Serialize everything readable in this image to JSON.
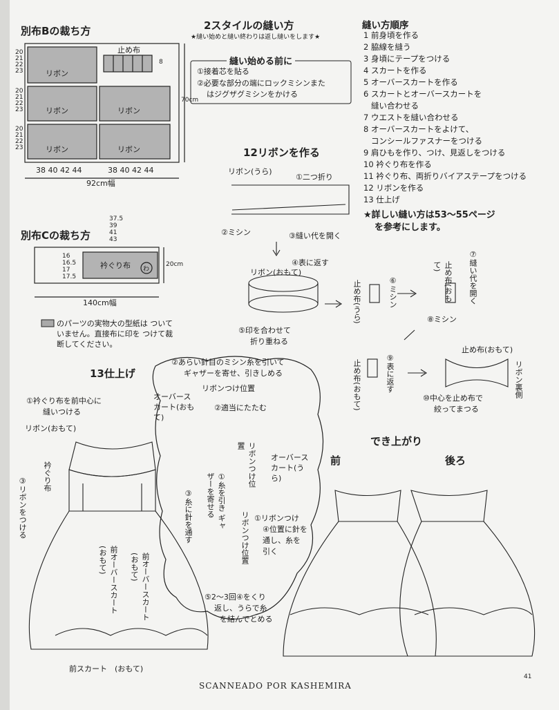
{
  "cut_b": {
    "title": "別布Bの裁ち方",
    "stopper": "止め布",
    "ribbon": "リボン",
    "seam_rows": [
      "20",
      "21",
      "22",
      "23"
    ],
    "sizes": "38 40 42 44",
    "dim_8": "8",
    "dim_70": "70cm",
    "width": "92cm幅"
  },
  "cut_c": {
    "title": "別布Cの裁ち方",
    "top_sizes": [
      "37.5",
      "39",
      "41",
      "43"
    ],
    "left_sizes": [
      "16",
      "16.5",
      "17",
      "17.5"
    ],
    "collar": "衿ぐり布",
    "wa": "わ",
    "dim_20": "20cm",
    "width": "140cm幅"
  },
  "note": "のパーツの実物大の型紙は ついていません。直接布に印を つけて裁断してください。",
  "two_style": {
    "title": "2スタイルの縫い方",
    "subtitle": "★縫い始めと縫い終わりは返し縫いをします★",
    "before_title": "縫い始める前に",
    "before_items": [
      "①接着芯を貼る",
      "②必要な部分の端にロックミシンまた",
      "はジグザグミシンをかける"
    ]
  },
  "ribbon12": {
    "title": "12リボンを作る",
    "ribbon_back": "リボン(うら)",
    "fold": "二つ折り",
    "sew": "ミシン",
    "open": "縫い代を開く",
    "ribbon_front": "リボン(おもて)",
    "turn": "表に返す",
    "match": "印を合わせて",
    "fold_stack": "折り重ねる",
    "stopper_back": "止め布(うら)",
    "sew6": "ミシン",
    "open7": "縫い代を開く",
    "sew8": "ミシン",
    "stopper_back2": "止め布(おもて)",
    "turn9": "表に返す",
    "stopper_front": "止め布(おもて)",
    "ribbon_back_side": "リボン裏側",
    "center": "中心を止め布で",
    "tie": "絞ってまつる",
    "n1": "1",
    "n2": "2",
    "n3": "3",
    "n4": "4",
    "n5": "5",
    "n6": "6",
    "n7": "7",
    "n8": "8",
    "n9": "9",
    "n10": "10"
  },
  "order": {
    "title": "縫い方順序",
    "steps": [
      "1 前身頃を作る",
      "2 脇線を縫う",
      "3 身頃にテープをつける",
      "4 スカートを作る",
      "5 オーバースカートを作る",
      "6 スカートとオーバースカートを",
      "   縫い合わせる",
      "7 ウエストを縫い合わせる",
      "8 オーバースカートをよけて、",
      "   コンシールファスナーをつける",
      "9 肩ひもを作り、つけ、見返しをつける",
      "10 衿ぐり布を作る",
      "11 衿ぐり布、両折りバイアステープをつける",
      "12 リボンを作る",
      "13 仕上げ"
    ],
    "ref1": "★詳しい縫い方は53〜55ページ",
    "ref2": "を参考にします。"
  },
  "finish13": {
    "title": "13仕上げ",
    "step1a": "衿ぐり布を前中心に",
    "step1b": "縫いつける",
    "ribbon_front": "リボン(おもて)",
    "collar": "衿ぐり布",
    "attach": "リボンをつける",
    "front_over": "前オーバースカート(おもて)",
    "front_over2": "前オーバースカート(おもて)",
    "front_skirt": "前スカート　(おもて)",
    "step2a": "あらい針目のミシン糸を引いて",
    "step2b": "ギャザーを寄せ、引きしめる",
    "ribbon_pos": "リボンつけ位置",
    "over_skirt_front": "オーバースカート(おもて)",
    "fold_adj": "適当にたたむ",
    "ribbon_pos2": "リボンつけ位置",
    "over_skirt_back": "オーバースカート(うら)",
    "pull1": "糸を引き ギャザーを寄せる",
    "needle3": "糸に針を通す",
    "ribbon_pos3": "リボンつけ位置",
    "needle4a": "リボンつけ",
    "needle4b": "位置に針を",
    "needle4c": "通し、糸を",
    "needle4d": "引く",
    "repeat5a": "2〜3回",
    "repeat5b": "をくり",
    "repeat5c": "返し、うらで糸",
    "repeat5d": "を結んでとめる",
    "c1": "1",
    "c2": "2",
    "c3": "3",
    "c4": "4",
    "c5": "5",
    "c4b": "4"
  },
  "result": {
    "title": "でき上がり",
    "front": "前",
    "back": "後ろ"
  },
  "page_number": "41",
  "credit": "SCANNEADO POR KASHEMIRA",
  "colors": {
    "ink": "#222222",
    "paper": "#f4f4f2",
    "gray_fill": "#a9a9a9"
  }
}
